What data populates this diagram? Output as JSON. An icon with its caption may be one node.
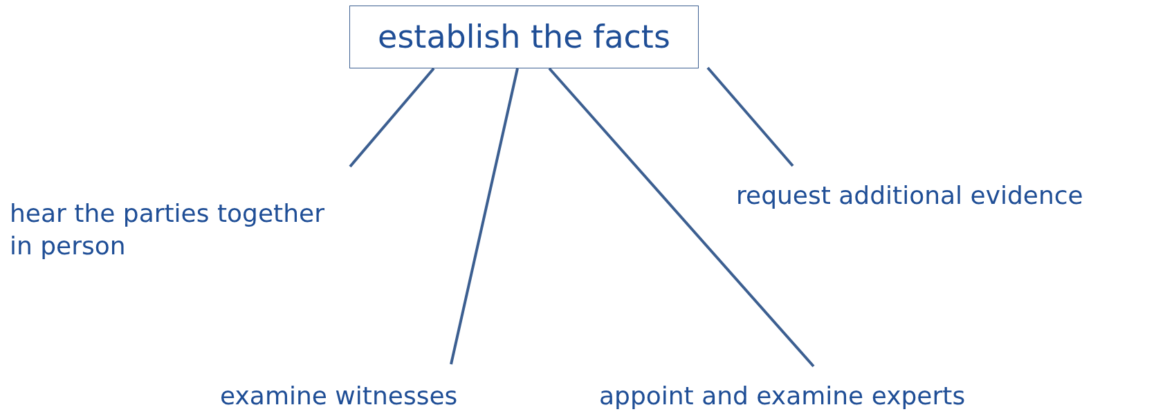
{
  "diagram": {
    "nodes": [
      {
        "text": [
          "establish the facts"
        ]
      },
      {
        "text": [
          "hear the parties together in person"
        ]
      },
      {
        "text": [
          "examine witnesses"
        ]
      },
      {
        "text": [
          "appoint and examine experts"
        ]
      },
      {
        "text": [
          "request additional evidence"
        ]
      }
    ],
    "edges": [
      {
        "from": 0,
        "to": 1,
        "arrow": "none"
      },
      {
        "from": 0,
        "to": 2,
        "arrow": "none"
      },
      {
        "from": 0,
        "to": 3,
        "arrow": "none"
      },
      {
        "from": 0,
        "to": 4,
        "arrow": "none"
      }
    ]
  }
}
